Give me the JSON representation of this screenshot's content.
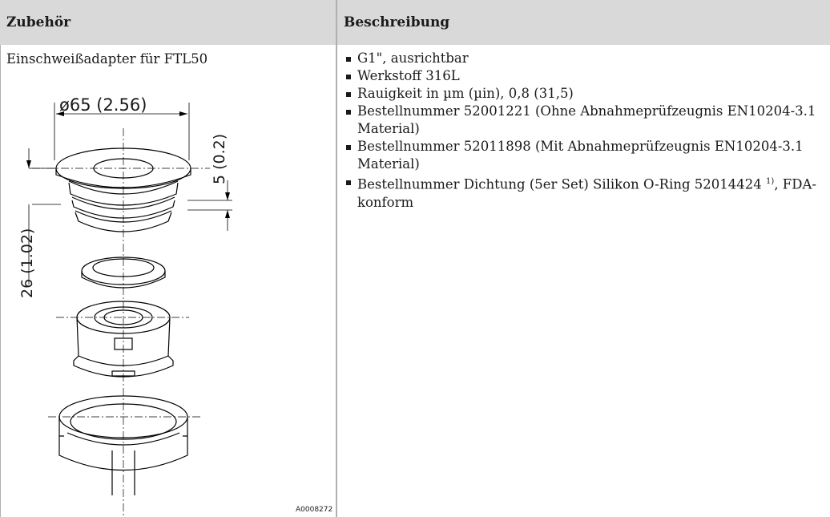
{
  "table": {
    "col1_header": "Zubehör",
    "col2_header": "Beschreibung",
    "row": {
      "name": "Einschweißadapter für FTL50",
      "items": [
        "G1\", ausrichtbar",
        "Werkstoff 316L",
        "Rauigkeit in µm (µin), 0,8 (31,5)",
        "Bestellnummer 52001221 (Ohne Abnahmeprüfzeugnis EN10204-3.1 Material)",
        "Bestellnummer 52011898 (Mit Abnahmeprüfzeugnis EN10204-3.1 Material)"
      ],
      "last_item": {
        "text": "Bestellnummer Dichtung (5er Set) Silikon O-Ring 52014424",
        "footnote": "1)",
        "suffix": ", FDA-konform"
      }
    }
  },
  "drawing": {
    "dim_diameter": "ø65 (2.56)",
    "dim_step": "5 (0.2)",
    "dim_height": "26 (1.02)",
    "reference": "A0008272"
  }
}
